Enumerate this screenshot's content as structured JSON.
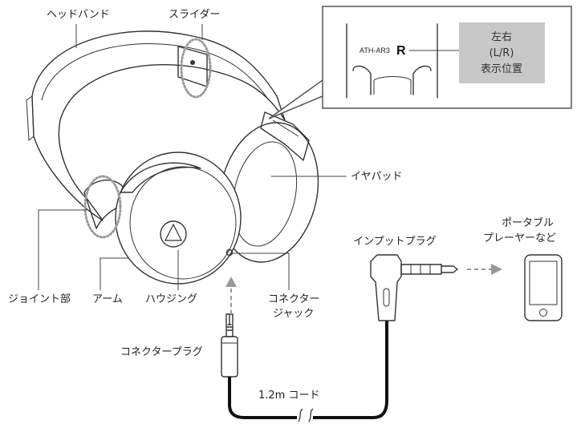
{
  "labels": {
    "headband": "ヘッドバンド",
    "slider": "スライダー",
    "earpad": "イヤパッド",
    "joint": "ジョイント部",
    "arm": "アーム",
    "housing": "ハウジング",
    "connector_jack_line1": "コネクター",
    "connector_jack_line2": "ジャック",
    "connector_plug": "コネクタープラグ",
    "input_plug": "インプットプラグ",
    "portable_player_line1": "ポータブル",
    "portable_player_line2": "プレーヤーなど",
    "cord_length": "1.2m コード"
  },
  "callout": {
    "model": "ATH-AR3",
    "side_letter": "R",
    "box_line1": "左右",
    "box_line2": "(L/R)",
    "box_line3": "表示位置"
  },
  "colors": {
    "callout_box": "#c8c8c8",
    "callout_frame": "#555555",
    "dotted_marker": "#9a9a9a",
    "arrow": "#999999"
  }
}
